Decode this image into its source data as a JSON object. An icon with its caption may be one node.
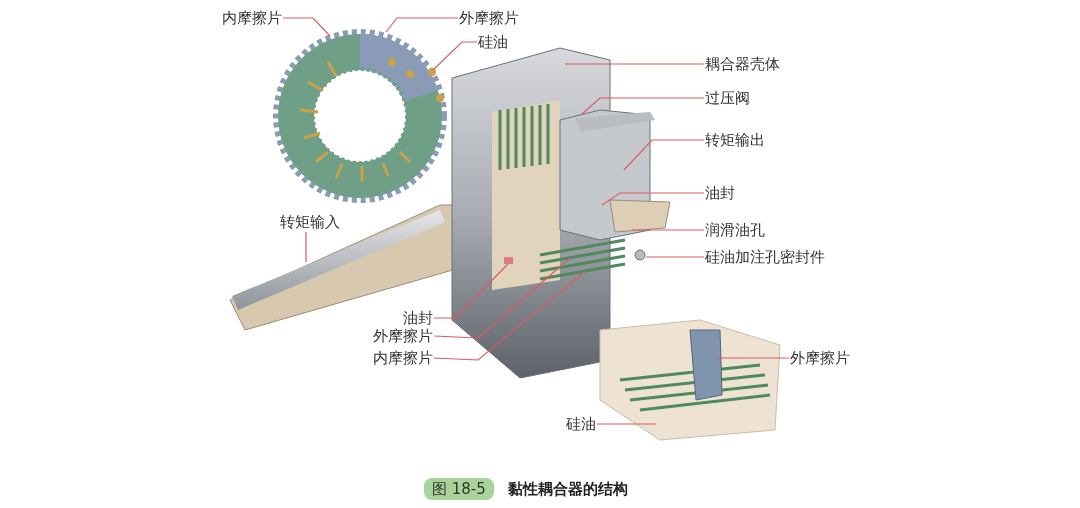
{
  "diagram": {
    "caption": "黏性耦合器的结构",
    "nodes": [
      {
        "text": [
          "内摩擦片"
        ]
      },
      {
        "text": [
          "外摩擦片"
        ]
      },
      {
        "text": [
          "硅油"
        ]
      },
      {
        "text": [
          "耦合器壳体"
        ]
      },
      {
        "text": [
          "过压阀"
        ]
      },
      {
        "text": [
          "转矩输出"
        ]
      },
      {
        "text": [
          "油封"
        ]
      },
      {
        "text": [
          "润滑油孔"
        ]
      },
      {
        "text": [
          "硅油加注孔密封件"
        ]
      },
      {
        "text": [
          "转矩输入"
        ]
      },
      {
        "text": [
          "油封"
        ]
      },
      {
        "text": [
          "外摩擦片"
        ]
      },
      {
        "text": [
          "内摩擦片"
        ]
      },
      {
        "text": [
          "外摩擦片"
        ]
      },
      {
        "text": [
          "硅油"
        ]
      }
    ],
    "edges": [
      {
        "from": 0,
        "to": null,
        "arrow": "none"
      },
      {
        "from": 1,
        "to": null,
        "arrow": "none"
      },
      {
        "from": 2,
        "to": null,
        "arrow": "none"
      },
      {
        "from": 3,
        "to": null,
        "arrow": "none"
      },
      {
        "from": 4,
        "to": null,
        "arrow": "none"
      },
      {
        "from": 5,
        "to": null,
        "arrow": "none"
      },
      {
        "from": 6,
        "to": null,
        "arrow": "none"
      },
      {
        "from": 7,
        "to": null,
        "arrow": "none"
      },
      {
        "from": 8,
        "to": null,
        "arrow": "none"
      },
      {
        "from": 9,
        "to": null,
        "arrow": "none"
      },
      {
        "from": 10,
        "to": null,
        "arrow": "none"
      },
      {
        "from": 11,
        "to": null,
        "arrow": "none"
      },
      {
        "from": 12,
        "to": null,
        "arrow": "none"
      },
      {
        "from": 13,
        "to": null,
        "arrow": "none"
      },
      {
        "from": 14,
        "to": null,
        "arrow": "none"
      }
    ],
    "labels": [
      "图 18-5"
    ]
  }
}
